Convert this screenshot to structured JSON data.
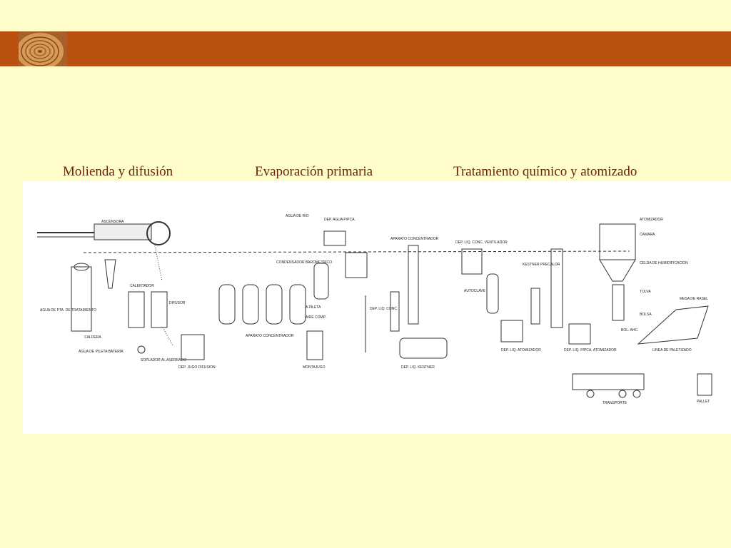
{
  "slide": {
    "sections": [
      {
        "title": "Molienda y difusión"
      },
      {
        "title": "Evaporación primaria"
      },
      {
        "title": "Tratamiento químico y atomizado"
      }
    ]
  },
  "colors": {
    "background": "#fefcc8",
    "bar": "#bb5110",
    "title_text": "#6e1f0c"
  },
  "diagram": {
    "labels": {
      "ascensora": "ASCENSORA",
      "caldera": "CALDERA",
      "agua_pta": "AGUA DE PTA. DE TRATAMIENTO",
      "agua_pileta": "AGUA DE PILETA BATERIA",
      "calentador": "CALENTADOR",
      "difusor": "DIFUSOR",
      "soplador": "SOPLADOR AL ASERRADO",
      "dep_jugo": "DEP. JUGO DIFUSION",
      "agua_rio": "AGUA DE RIO",
      "dep_agua": "DEP. AGUA P/PCA.",
      "condensador": "CONDENSADOR BAROMETRICO",
      "a_pileta": "A PILETA",
      "aire_comp": "AIRE COMP.",
      "aparato_conc": "APARATO CONCENTRADOR",
      "montajugo": "MONTAJUGO",
      "dep_liq_conc": "DEP. LIQ. CONC.",
      "aparato_conc2": "APARATO CONCENTRADOR",
      "dep_kestner": "DEP. LIQ. KESTNER",
      "dep_liq_ventilador": "DEP. LIQ. CONC. VENTILADOR",
      "autoclave": "AUTOCLAVE",
      "kestner": "KESTNER PRECALOR",
      "dep_liq_atomizador": "DEP. LIQ. ATOMIZADOR",
      "dep_liq_p_atom": "DEP. LIQ. P/PCA. ATOMIZADOR",
      "atomizador": "ATOMIZADOR",
      "camara": "CAMARA",
      "celda": "CELDA DE HUMIDIFICACION",
      "tolva": "TOLVA",
      "bolsa": "BOLSA",
      "mesa": "MESA DE RASEL",
      "linea_paletizado": "LINEA DE PALETIZADO",
      "transporte": "TRANSPORTE",
      "pallet": "PALLET",
      "bol_ahc": "BOL. AHC."
    }
  }
}
